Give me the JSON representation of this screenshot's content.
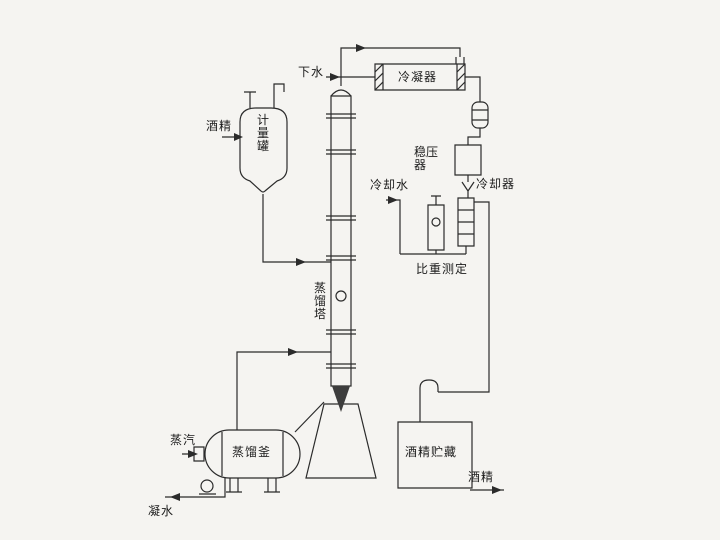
{
  "diagram": {
    "type": "process-flow-diagram",
    "subject": "alcohol-distillation-system",
    "colors": {
      "background": "#f5f4f1",
      "line": "#2b2b2b",
      "text": "#1c1c1c",
      "dark_fill": "#3d3d3d"
    },
    "labels": {
      "down_water": "下水",
      "condenser": "冷凝器",
      "alcohol_in": "酒精",
      "metering_tank": "计量罐",
      "stabilizer": "稳压器",
      "cooling_water": "冷却水",
      "cooler": "冷却器",
      "gravity_measurement": "比重测定",
      "distillation_tower": "蒸馏塔",
      "steam": "蒸汽",
      "distillation_kettle": "蒸馏釜",
      "alcohol_storage": "酒精贮藏",
      "alcohol_out": "酒精",
      "condensate": "凝水"
    }
  }
}
